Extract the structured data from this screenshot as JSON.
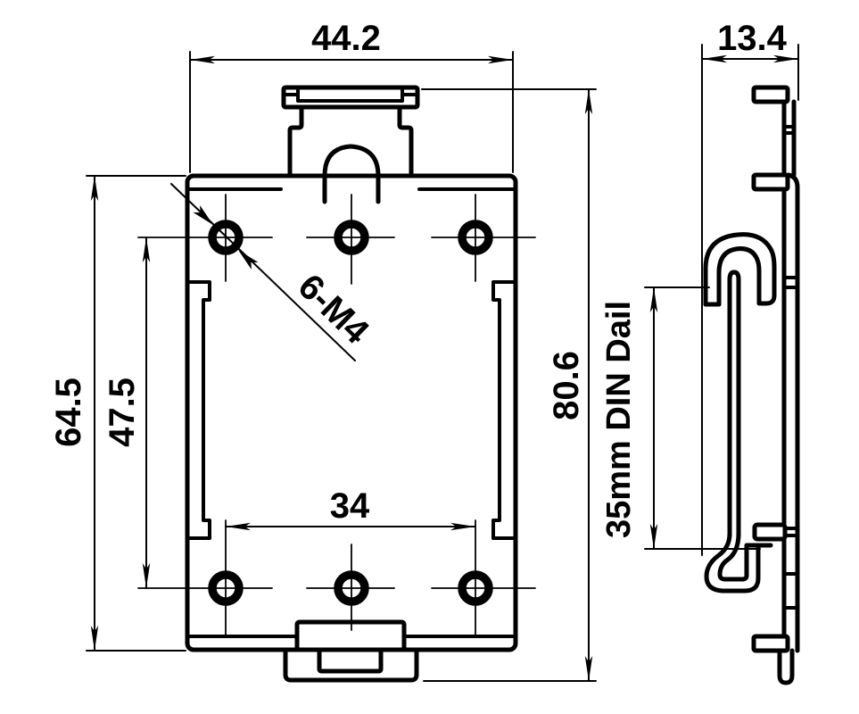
{
  "drawing": {
    "dimensions": {
      "front_width": "44.2",
      "side_width": "13.4",
      "body_height": "64.5",
      "hole_row_spacing": "47.5",
      "hole_column_spacing": "34",
      "overall_height": "80.6"
    },
    "annotations": {
      "thread_callout": "6-M4",
      "din_rail_note": "35mm DIN Dail"
    },
    "colors": {
      "line": "#000000",
      "background": "#ffffff"
    }
  }
}
